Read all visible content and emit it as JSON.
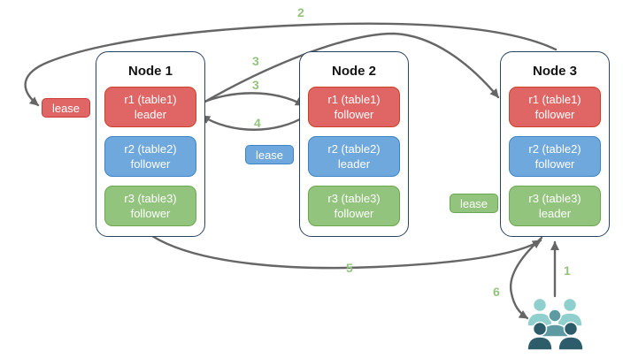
{
  "palette": {
    "red_fill": "#e06666",
    "red_border": "#cc4125",
    "blue_fill": "#6fa8dc",
    "blue_border": "#3d85c6",
    "green_fill": "#93c47d",
    "green_border": "#6aa84f",
    "node_border": "#2a4365",
    "arrow": "#666666",
    "step_label": "#93c47d",
    "people_light": "#8fcfce",
    "people_medium": "#5d9aa2",
    "people_dark": "#2d5d6b"
  },
  "nodes": [
    {
      "title": "Node 1",
      "replicas": [
        {
          "name": "r1 (table1)",
          "role": "leader"
        },
        {
          "name": "r2 (table2)",
          "role": "follower"
        },
        {
          "name": "r3 (table3)",
          "role": "follower"
        }
      ]
    },
    {
      "title": "Node 2",
      "replicas": [
        {
          "name": "r1 (table1)",
          "role": "follower"
        },
        {
          "name": "r2 (table2)",
          "role": "leader"
        },
        {
          "name": "r3 (table3)",
          "role": "follower"
        }
      ]
    },
    {
      "title": "Node 3",
      "replicas": [
        {
          "name": "r1 (table1)",
          "role": "follower"
        },
        {
          "name": "r2 (table2)",
          "role": "follower"
        },
        {
          "name": "r3 (table3)",
          "role": "leader"
        }
      ]
    }
  ],
  "leases": [
    {
      "label": "lease",
      "color": "red"
    },
    {
      "label": "lease",
      "color": "blue"
    },
    {
      "label": "lease",
      "color": "green"
    }
  ],
  "steps": [
    {
      "label": "1"
    },
    {
      "label": "2"
    },
    {
      "label": "3"
    },
    {
      "label": "3"
    },
    {
      "label": "4"
    },
    {
      "label": "5"
    },
    {
      "label": "6"
    }
  ]
}
